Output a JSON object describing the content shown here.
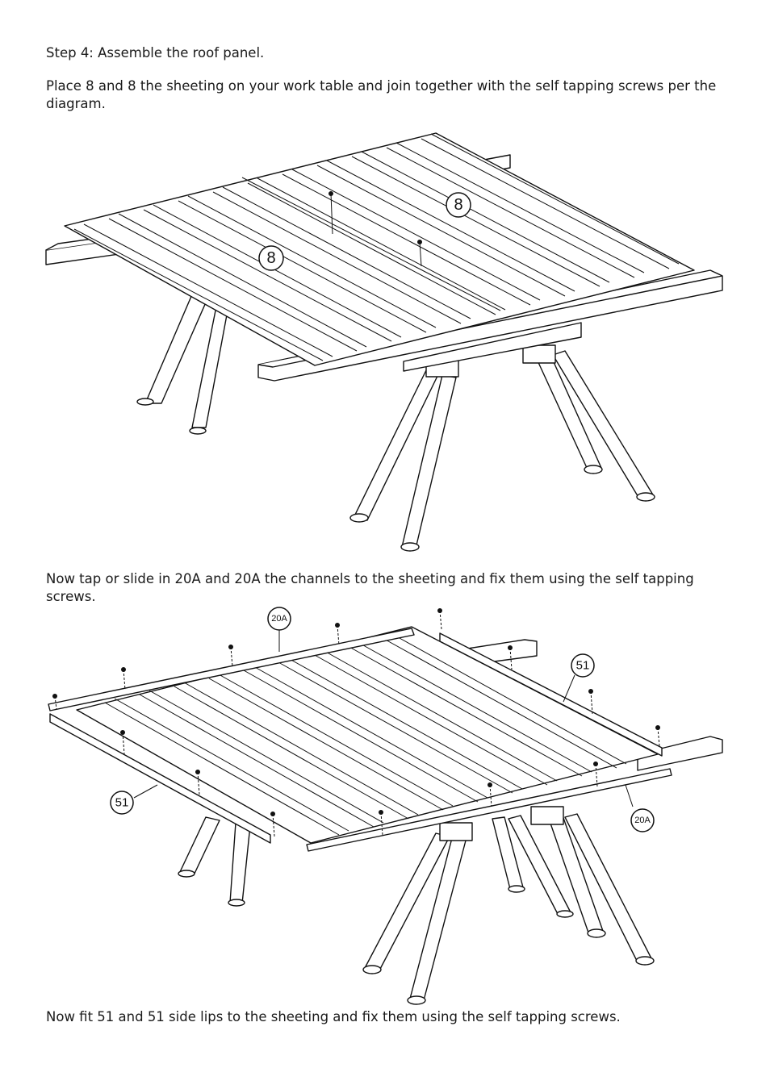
{
  "instructions": {
    "step_title": "Step 4: Assemble the roof panel.",
    "sheeting_text": "Place 8 and 8 the sheeting on your work table and join together with the self tapping screws per the diagram.",
    "channels_text": "Now tap or slide in 20A and 20A the channels to the sheeting and fix them using the self tapping screws.",
    "side_lips_text": "Now fit 51 and 51 side lips to the sheeting and fix them using the self tapping screws."
  },
  "figure1": {
    "callouts": [
      "8",
      "8"
    ]
  },
  "figure2": {
    "callouts": [
      "20A",
      "51",
      "51",
      "20A"
    ]
  }
}
